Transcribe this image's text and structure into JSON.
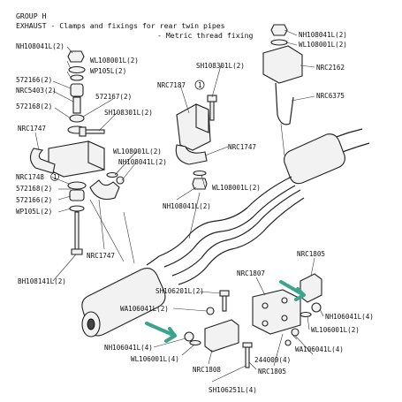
{
  "header": {
    "group": "GROUP H",
    "title": "EXHAUST - Clamps and fixings for rear twin pipes",
    "subtitle": "- Metric thread fixing"
  },
  "labels": {
    "nh108041l_top_left": "NH108041L(2)",
    "wl108001l_top_left": "WL108001L(2)",
    "wp105l": "WP105L(2)",
    "p572166_top": "572166(2)",
    "nrc5403": "NRC5403(2)",
    "p572167": "572167(2)",
    "p572168_top": "572168(2)",
    "sh108301l_left": "SH108301L(2)",
    "nrc1747_left": "NRC1747",
    "wl108001l_mid": "WL108001L(2)",
    "nh108041l_mid": "NH108041L(2)",
    "nrc1748": "NRC1748",
    "p572168_bottom": "572168(2)",
    "p572166_bottom": "572166(2)",
    "wp105l_bottom": "WP105L(2)",
    "nrc1747_bottom": "NRC1747",
    "bh108141l": "BH108141L(2)",
    "nrc7187": "NRC7187",
    "sh108301l_center": "SH108301L(2)",
    "nrc1747_center": "NRC1747",
    "wl108001l_center": "WL108001L(2)",
    "nh108041l_center": "NH108041L(2)",
    "nh108041l_top_right": "NH108041L(2)",
    "wl108001l_top_right": "WL108001L(2)",
    "nrc2162": "NRC2162",
    "nrc6375": "NRC6375",
    "nrc1805_top": "NRC1805",
    "nrc1807": "NRC1807",
    "sh106201l": "SH106201L(2)",
    "wa106041l_left": "WA106041L(2)",
    "nh106041l_left": "NH106041L(4)",
    "wl106001l_left": "WL106001L(4)",
    "nrc1808": "NRC1808",
    "nrc1805_bottom": "NRC1805",
    "p244009": "244009(4)",
    "wa106041l_right": "WA106041L(4)",
    "nh106041l_right": "NH106041L(4)",
    "wl106001l_right": "WL106001L(2)",
    "sh106251l": "SH106251L(4)",
    "callout_1": "1"
  },
  "colors": {
    "ink": "#222222",
    "arrow_teal": "#3aa58a"
  }
}
